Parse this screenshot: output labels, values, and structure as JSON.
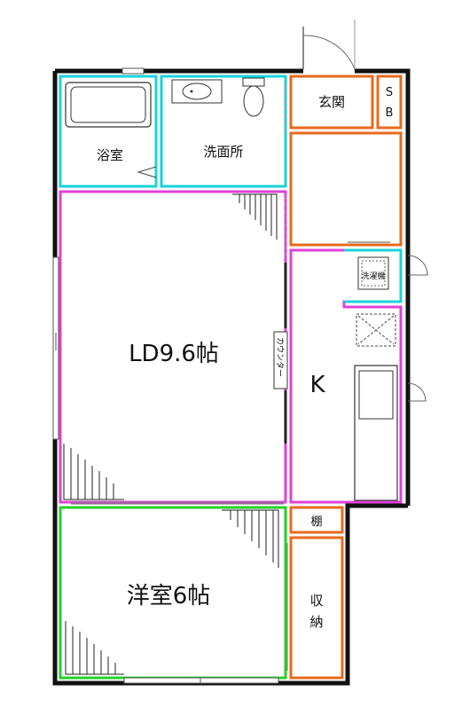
{
  "rooms": {
    "bath": "浴室",
    "washroom": "洗面所",
    "entrance": "玄関",
    "shoebox_top": "S",
    "shoebox_bottom": "B",
    "ld": "LD9.6帖",
    "kitchen": "K",
    "washer": "洗濯機",
    "counter": "カウンター",
    "shelf": "棚",
    "western_room": "洋室6帖",
    "closet_top": "収",
    "closet_bottom": "納"
  },
  "colors": {
    "wall": "#111111",
    "wet_area": "#18d4d8",
    "living": "#e040d8",
    "bedroom": "#22d12a",
    "entrance": "#e86a1e",
    "storage": "#e86a1e"
  }
}
